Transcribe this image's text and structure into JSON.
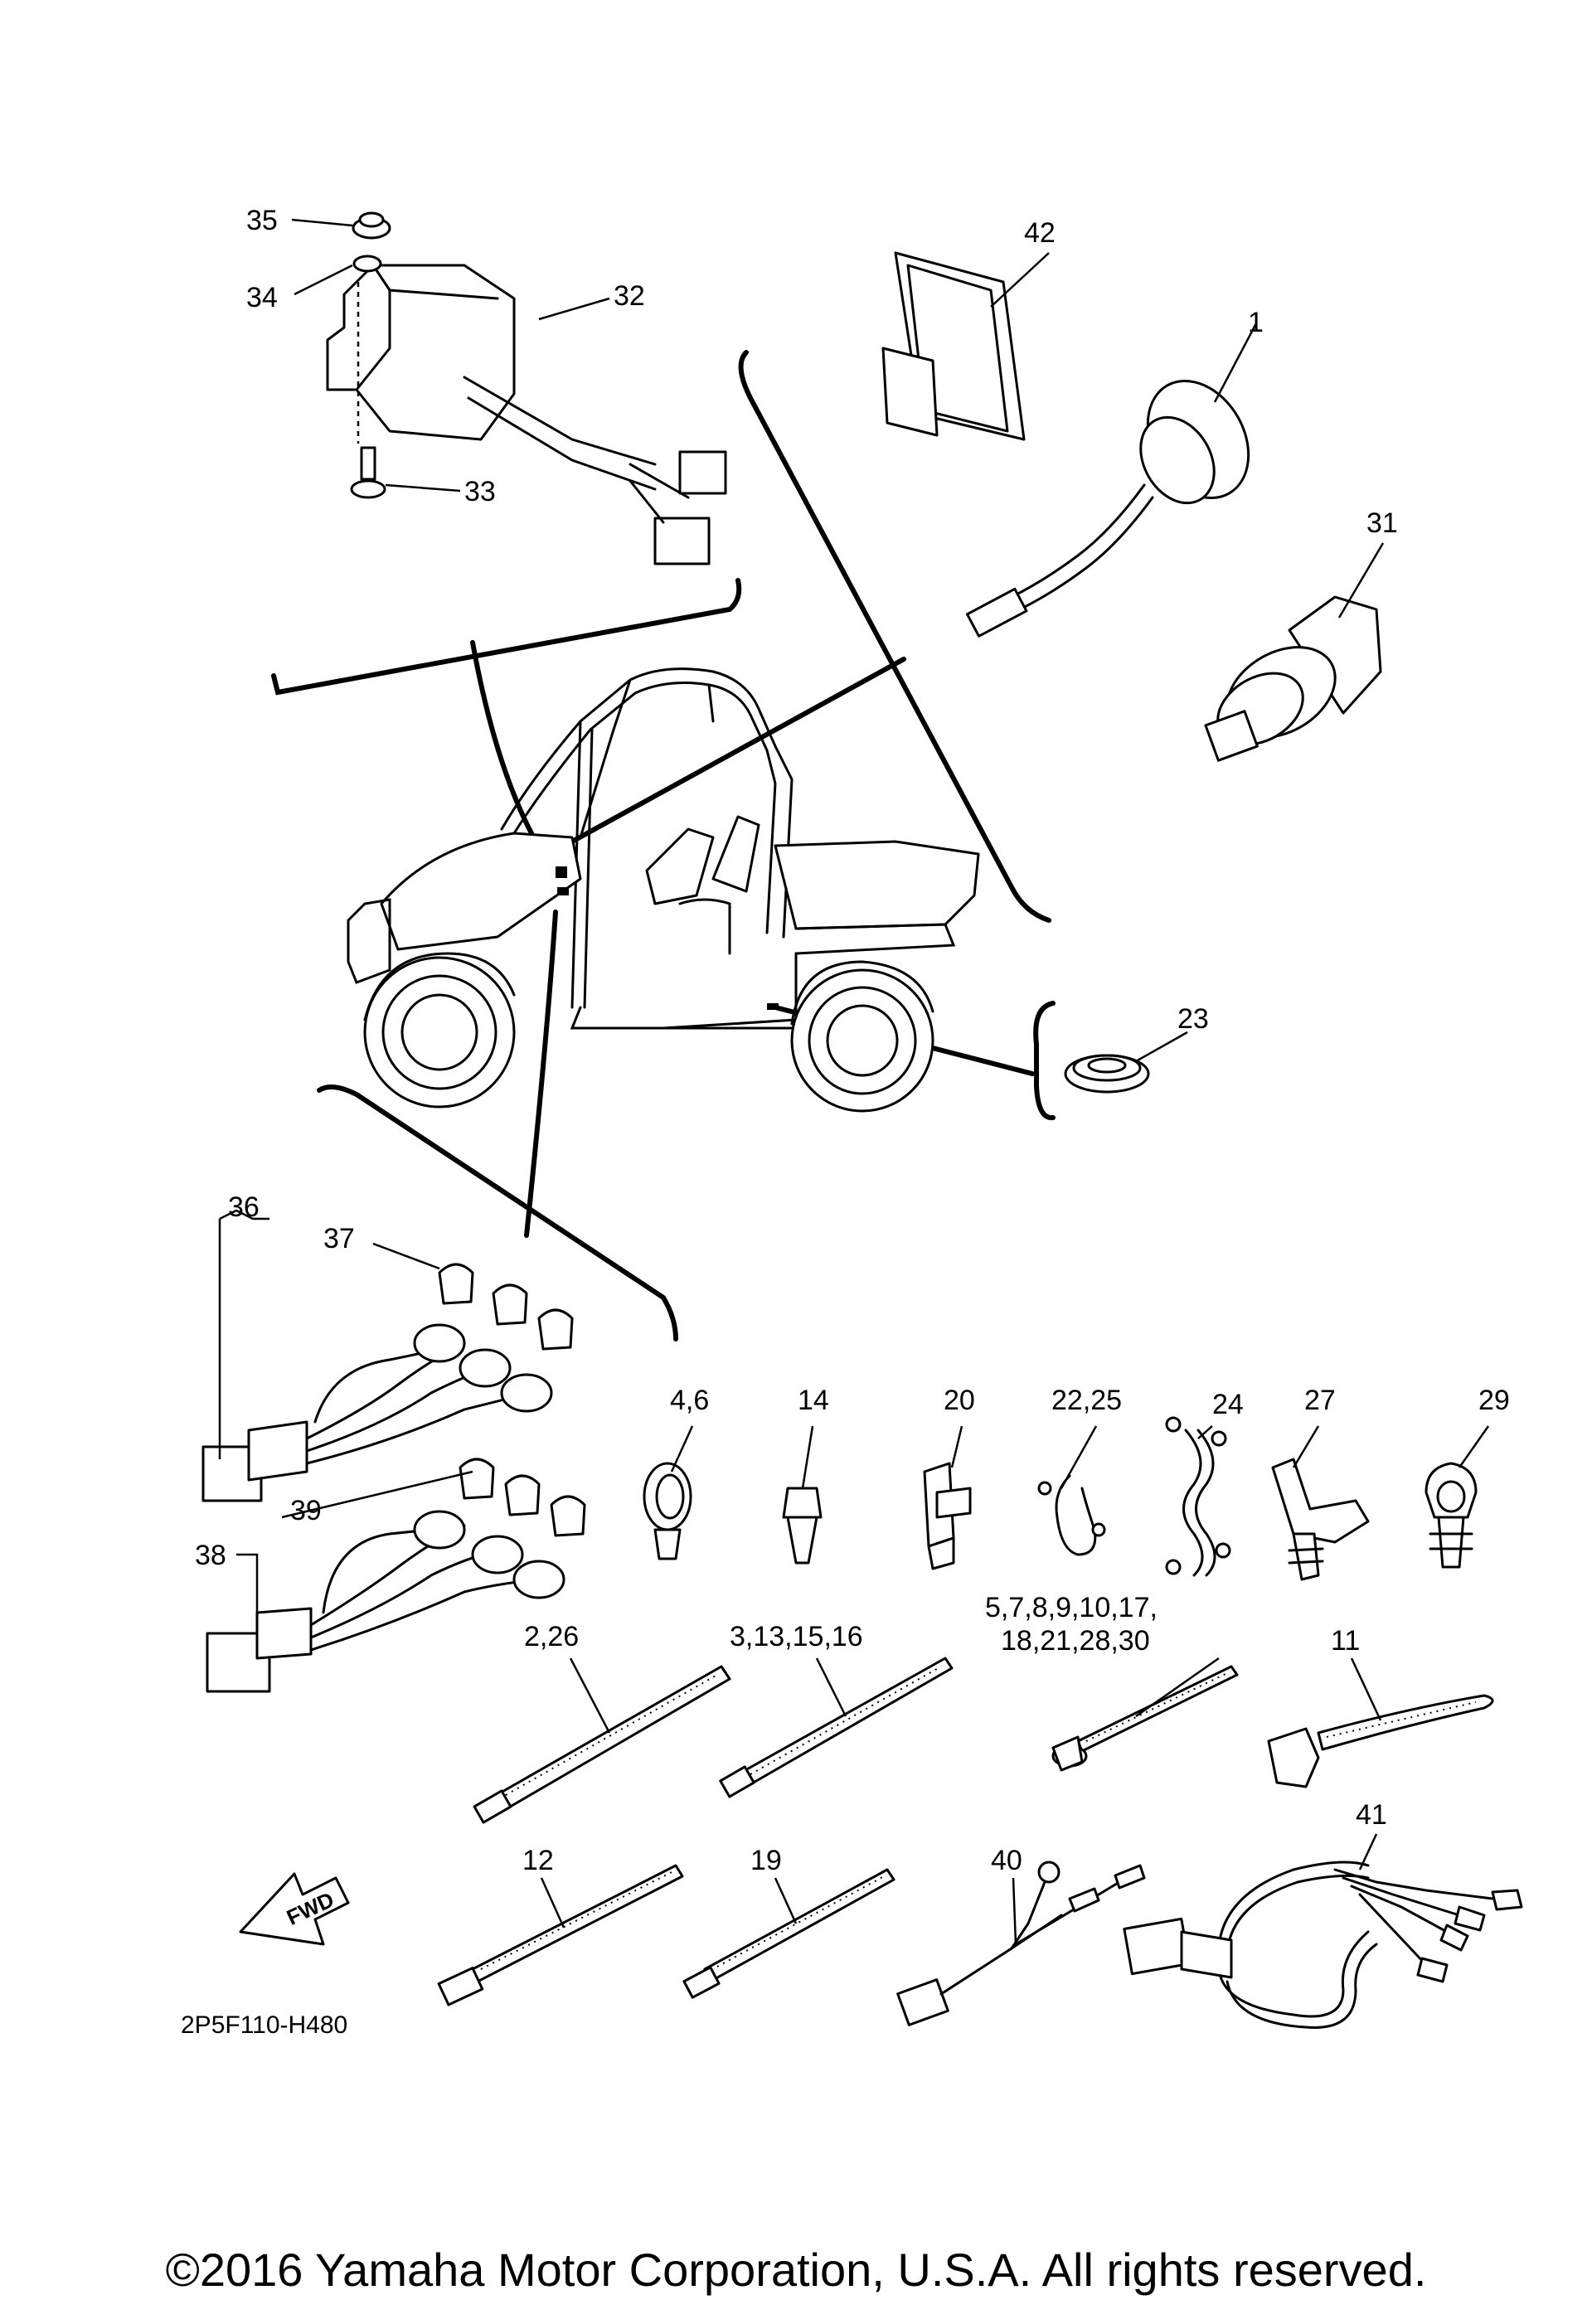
{
  "diagram": {
    "code": "2P5F110-H480",
    "fwd_label": "FWD",
    "callouts": [
      {
        "key": "c35",
        "text": "35"
      },
      {
        "key": "c34",
        "text": "34"
      },
      {
        "key": "c32",
        "text": "32"
      },
      {
        "key": "c33",
        "text": "33"
      },
      {
        "key": "c42",
        "text": "42"
      },
      {
        "key": "c1",
        "text": "1"
      },
      {
        "key": "c31",
        "text": "31"
      },
      {
        "key": "c23",
        "text": "23"
      },
      {
        "key": "c36",
        "text": "36"
      },
      {
        "key": "c37",
        "text": "37"
      },
      {
        "key": "c38",
        "text": "38"
      },
      {
        "key": "c39",
        "text": "39"
      },
      {
        "key": "c4_6",
        "text": "4,6"
      },
      {
        "key": "c14",
        "text": "14"
      },
      {
        "key": "c20",
        "text": "20"
      },
      {
        "key": "c22_25",
        "text": "22,25"
      },
      {
        "key": "c24",
        "text": "24"
      },
      {
        "key": "c27",
        "text": "27"
      },
      {
        "key": "c29",
        "text": "29"
      },
      {
        "key": "c2_26",
        "text": "2,26"
      },
      {
        "key": "c3_13",
        "text": "3,13,15,16"
      },
      {
        "key": "c5_line1",
        "text": "5,7,8,9,10,17,"
      },
      {
        "key": "c5_line2",
        "text": "18,21,28,30"
      },
      {
        "key": "c11",
        "text": "11"
      },
      {
        "key": "c41",
        "text": "41"
      },
      {
        "key": "c12",
        "text": "12"
      },
      {
        "key": "c19",
        "text": "19"
      },
      {
        "key": "c40",
        "text": "40"
      }
    ]
  },
  "footer": {
    "copyright": "©2016 Yamaha Motor Corporation, U.S.A. All rights reserved."
  }
}
